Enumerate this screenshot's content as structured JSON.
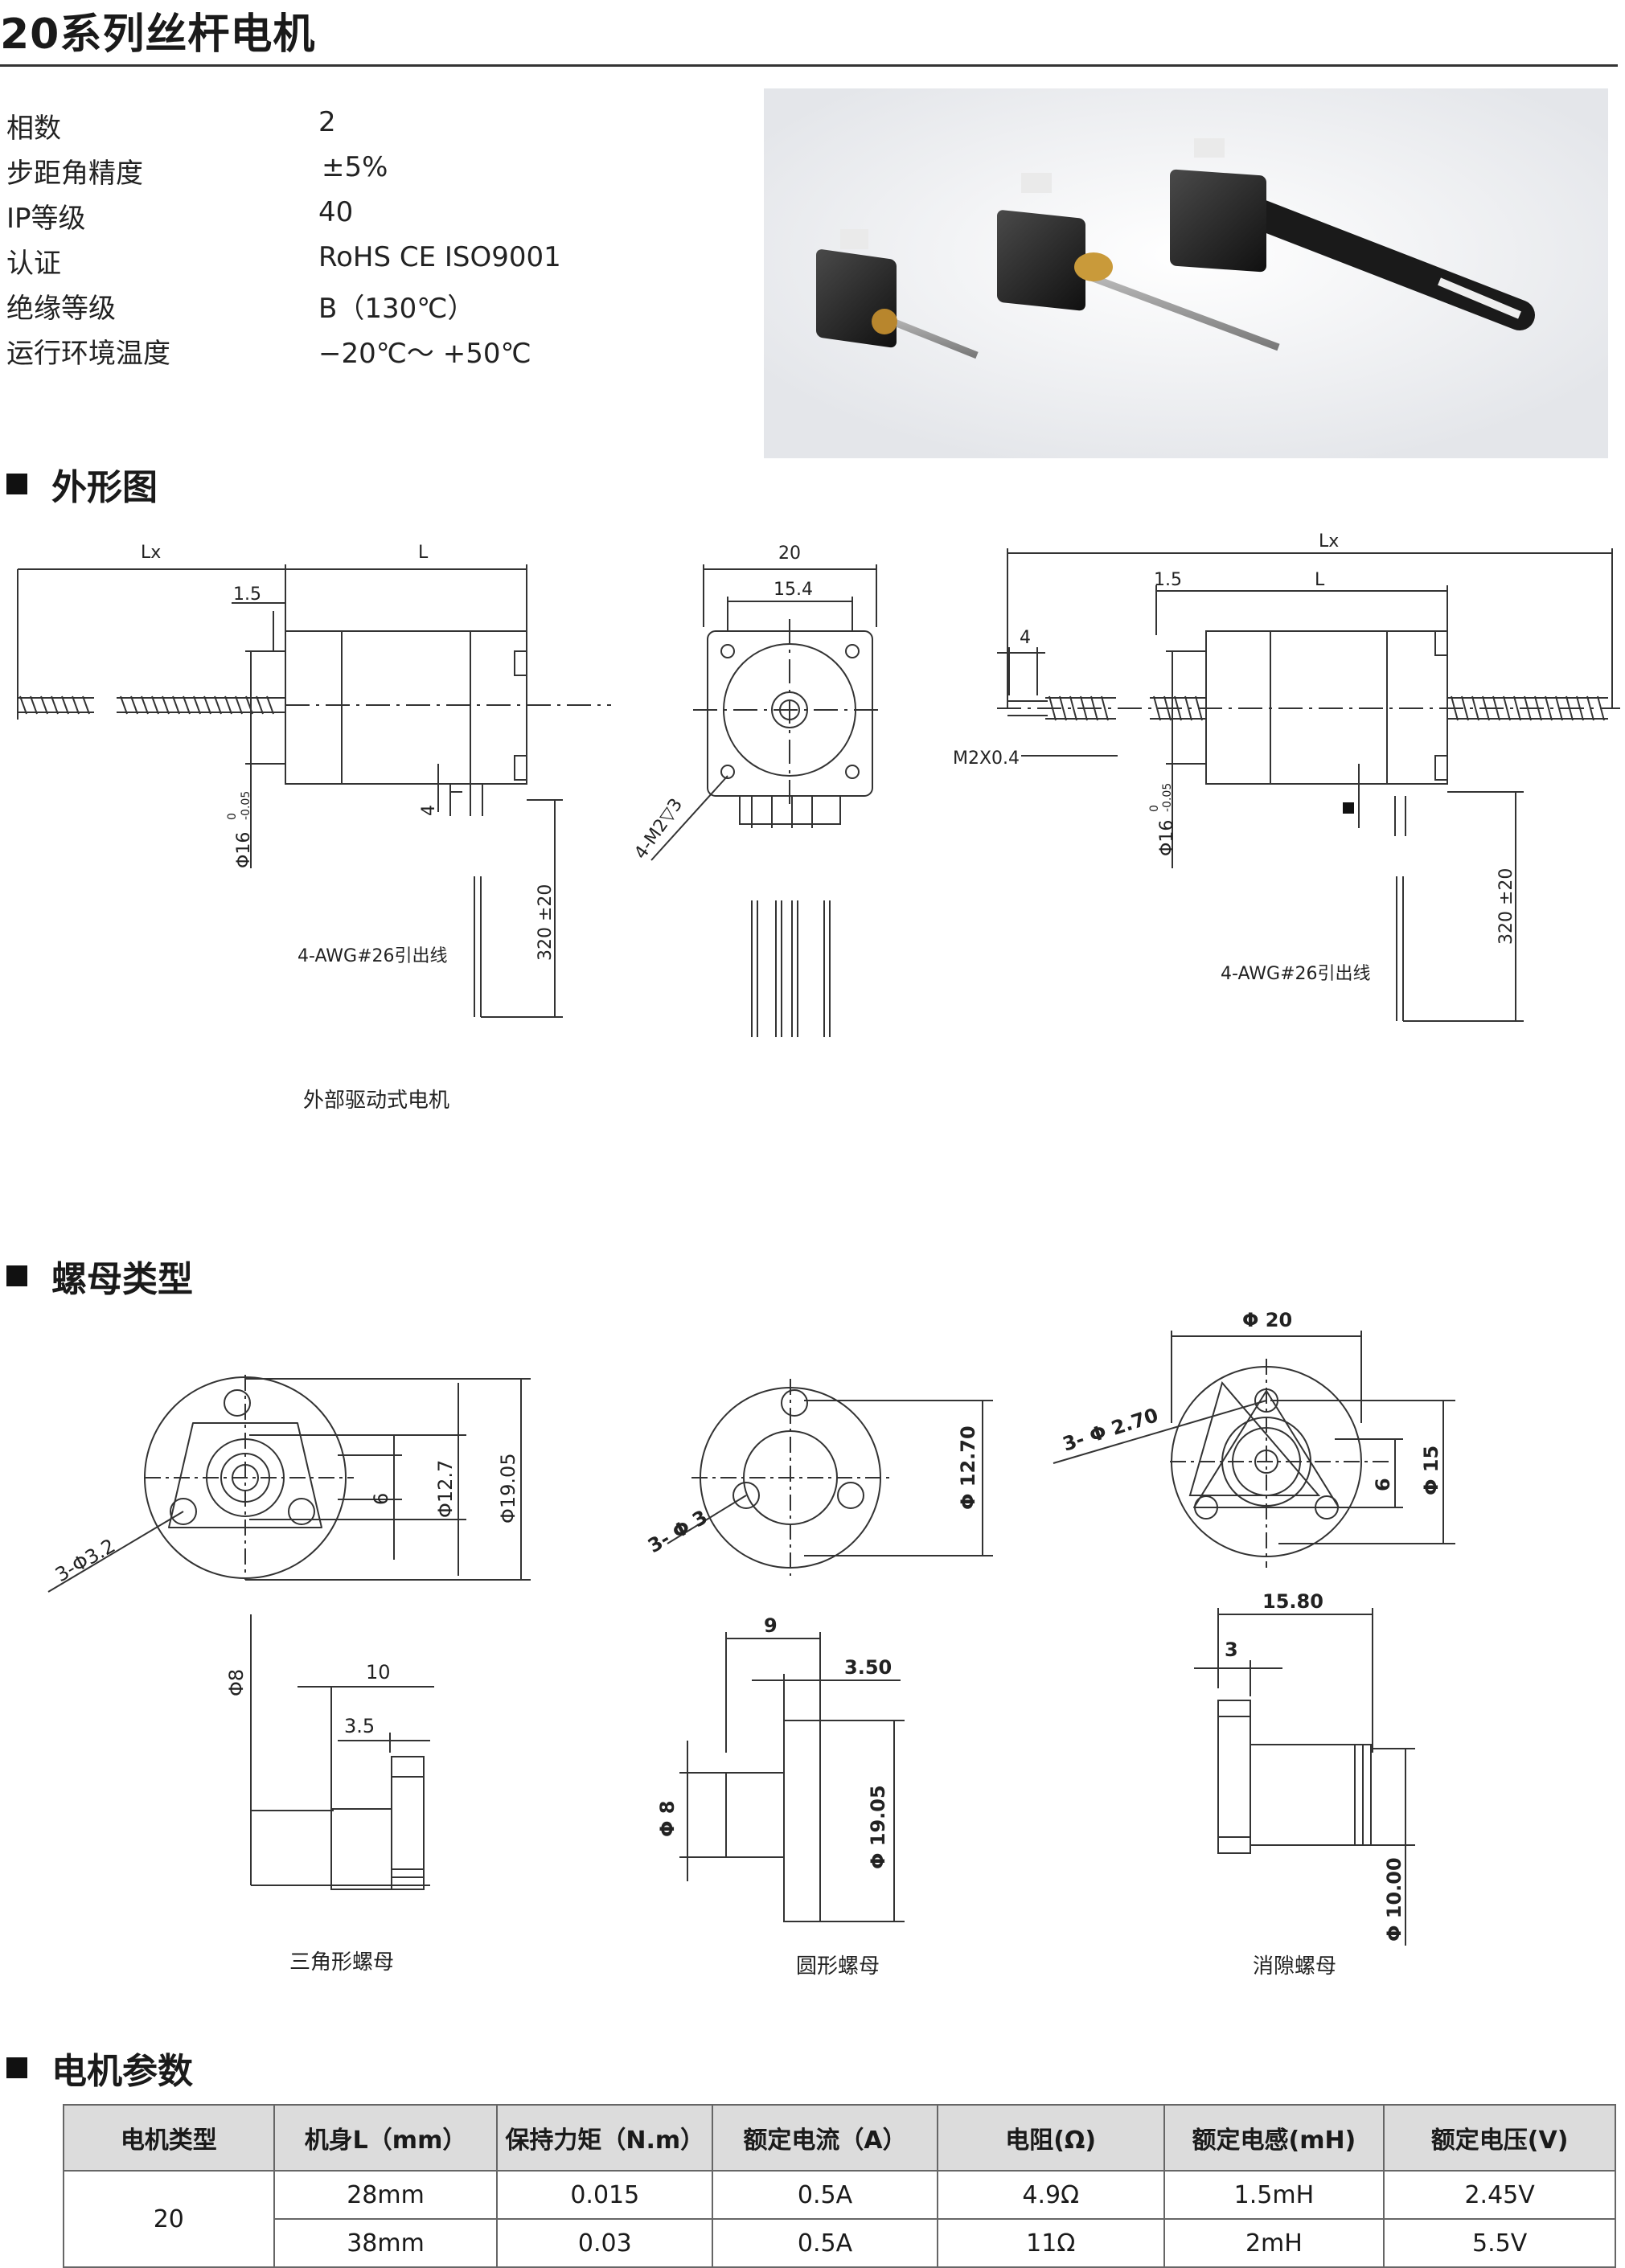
{
  "page": {
    "title": "20系列丝杆电机"
  },
  "specs": [
    {
      "label": "相数",
      "value": "2"
    },
    {
      "label": "步距角精度",
      "value": "±5%"
    },
    {
      "label": "IP等级",
      "value": "40"
    },
    {
      "label": "认证",
      "value": "RoHS CE ISO9001"
    },
    {
      "label": "绝缘等级",
      "value": "B（130℃）"
    },
    {
      "label": "运行环境温度",
      "value": "−20℃～ +50℃"
    }
  ],
  "sections": {
    "outline": "外形图",
    "nut_types": "螺母类型",
    "motor_params": "电机参数"
  },
  "outline": {
    "left_dims": {
      "lx": "Lx",
      "l": "L",
      "d1_5": "1.5",
      "d4": "4",
      "phi16": "Φ16",
      "phi16_upper": "0",
      "phi16_lower": "-0.05",
      "lead_len": "320 ±20",
      "wire": "4-AWG#26引出线"
    },
    "caption": "外部驱动式电机",
    "front_dims": {
      "w20": "20",
      "w15_4": "15.4",
      "screw": "4-M2▽3"
    },
    "right_dims": {
      "lx": "Lx",
      "l": "L",
      "d1_5": "1.5",
      "d4": "4",
      "m2": "M2X0.4",
      "phi16": "Φ16",
      "phi16_upper": "0",
      "phi16_lower": "-0.05",
      "lead_len": "320 ±20",
      "wire": "4-AWG#26引出线"
    }
  },
  "nuts": {
    "triangle": {
      "caption": "三角形螺母",
      "holes": "3-Φ3.2",
      "d6": "6",
      "phi12_7": "Φ12.7",
      "phi19_05": "Φ19.05",
      "w10": "10",
      "w3_5": "3.5",
      "phi8": "Φ8"
    },
    "round": {
      "caption": "圆形螺母",
      "holes": "3- Φ 3",
      "phi12_70": "Φ 12.70",
      "w9": "9",
      "w3_50": "3.50",
      "phi8": "Φ 8",
      "phi19_05": "Φ 19.05"
    },
    "anti_backlash": {
      "caption": "消隙螺母",
      "phi20": "Φ 20",
      "holes": "3- Φ 2.70",
      "d6": "6",
      "phi15": "Φ 15",
      "w15_80": "15.80",
      "w3": "3",
      "phi10_00": "Φ 10.00"
    }
  },
  "params_table": {
    "headers": [
      "电机类型",
      "机身L（mm）",
      "保持力矩（N.m）",
      "额定电流（A）",
      "电阻(Ω)",
      "额定电感(mH)",
      "额定电压(V)"
    ],
    "motor_type": "20",
    "rows": [
      [
        "28mm",
        "0.015",
        "0.5A",
        "4.9Ω",
        "1.5mH",
        "2.45V"
      ],
      [
        "38mm",
        "0.03",
        "0.5A",
        "11Ω",
        "2mH",
        "5.5V"
      ]
    ]
  }
}
